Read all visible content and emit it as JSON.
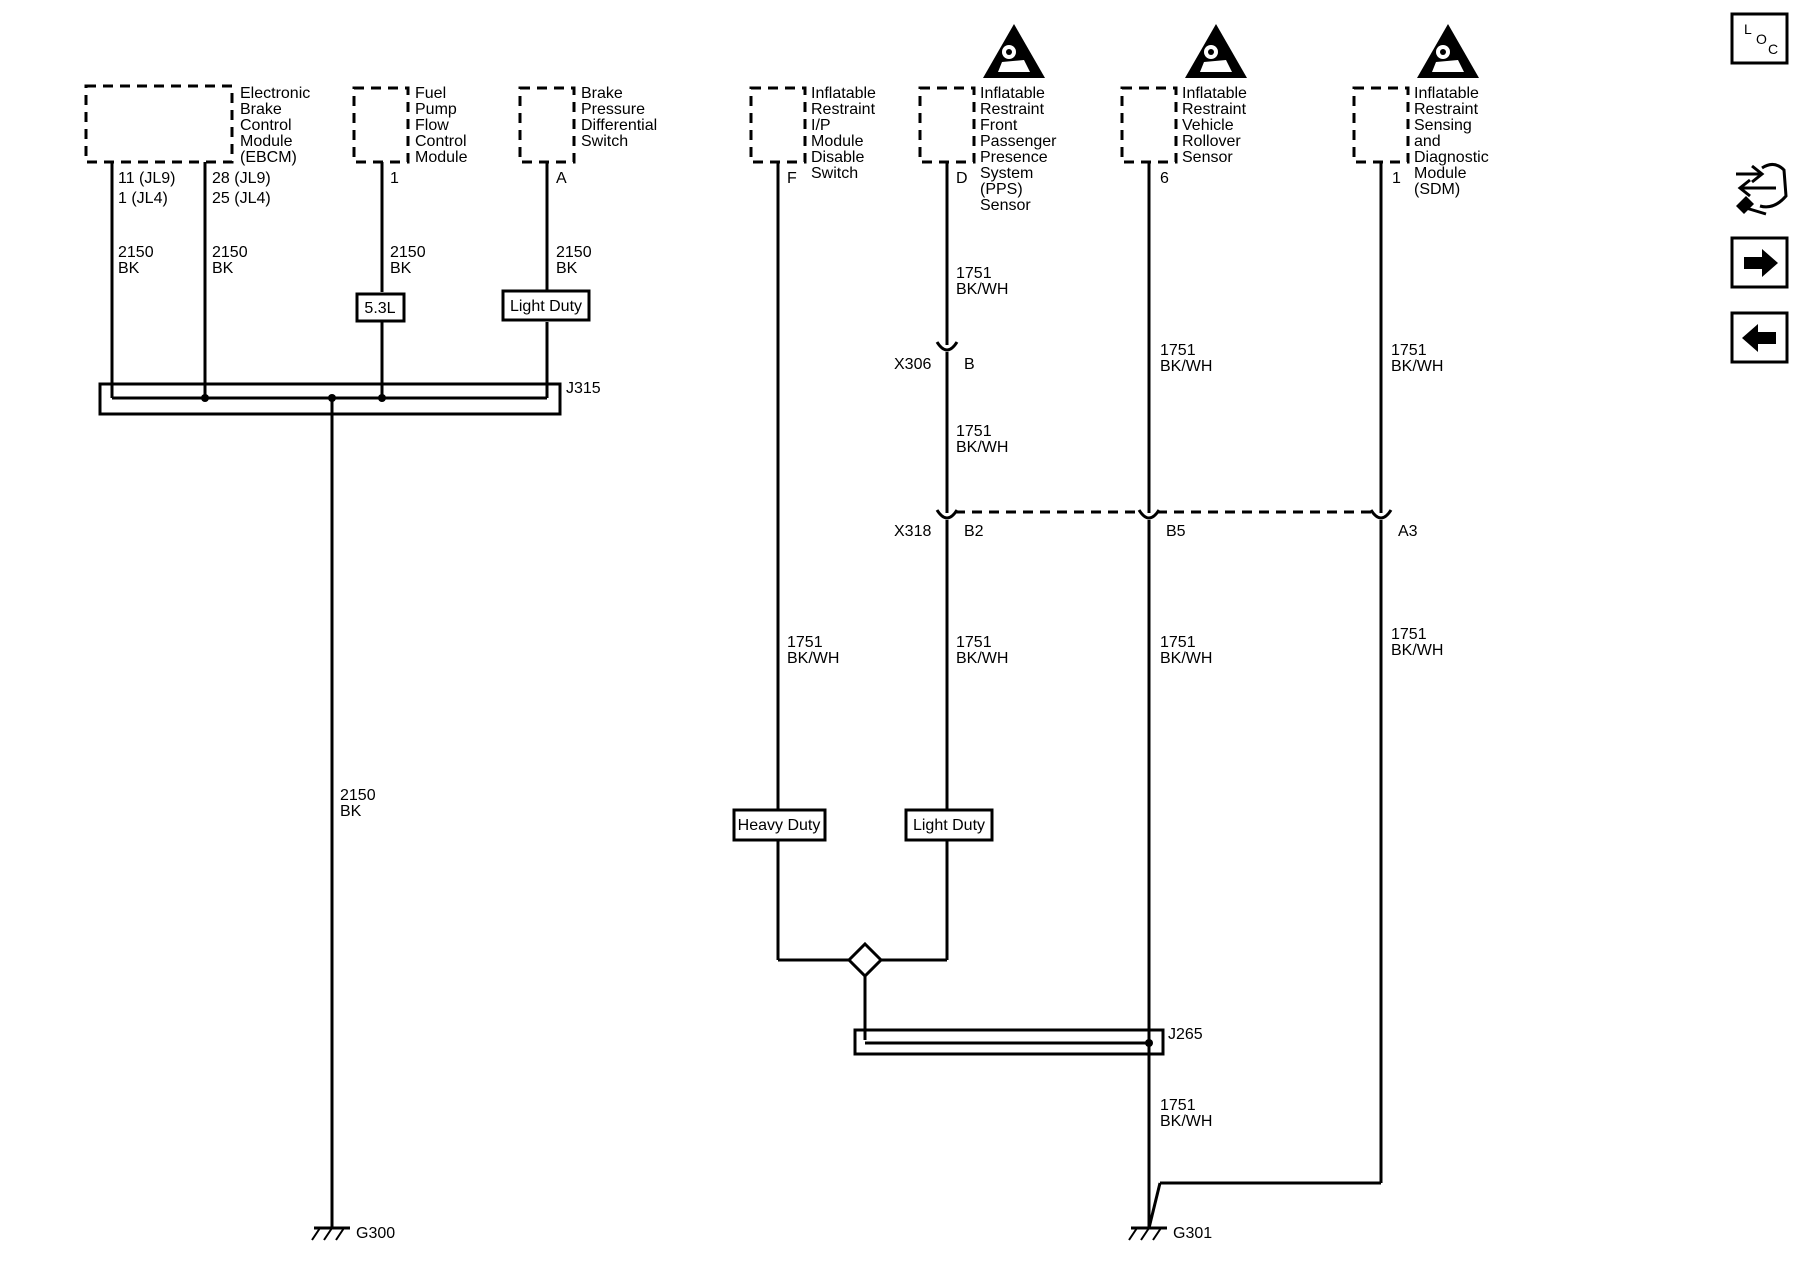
{
  "components": {
    "ebcm": [
      "Electronic",
      "Brake",
      "Control",
      "Module",
      "(EBCM)"
    ],
    "fpfcm": [
      "Fuel",
      "Pump",
      "Flow",
      "Control",
      "Module"
    ],
    "bpds": [
      "Brake",
      "Pressure",
      "Differential",
      "Switch"
    ],
    "irdisable": [
      "Inflatable",
      "Restraint",
      "I/P",
      "Module",
      "Disable",
      "Switch"
    ],
    "pps": [
      "Inflatable",
      "Restraint",
      "Front",
      "Passenger",
      "Presence",
      "System",
      "(PPS)",
      "Sensor"
    ],
    "rollover": [
      "Inflatable",
      "Restraint",
      "Vehicle",
      "Rollover",
      "Sensor"
    ],
    "sdm": [
      "Inflatable",
      "Restraint",
      "Sensing",
      "and",
      "Diagnostic",
      "Module",
      "(SDM)"
    ]
  },
  "pins": {
    "ebcm_a": [
      "11 (JL9)",
      "1 (JL4)"
    ],
    "ebcm_b": [
      "28 (JL9)",
      "25 (JL4)"
    ],
    "fpfcm": "1",
    "bpds": "A",
    "irdisable": "F",
    "pps": "D",
    "rollover": "6",
    "sdm": "1"
  },
  "wires": {
    "w2150": [
      "2150",
      "BK"
    ],
    "w1751": [
      "1751",
      "BK/WH"
    ]
  },
  "options": {
    "engine": "5.3L",
    "light_duty": "Light Duty",
    "heavy_duty": "Heavy Duty"
  },
  "connectors": {
    "x306": "X306",
    "x306_pin": "B",
    "x318": "X318",
    "x318_pins": [
      "B2",
      "B5",
      "A3"
    ]
  },
  "splices": {
    "j315": "J315",
    "j265": "J265"
  },
  "grounds": {
    "g300": "G300",
    "g301": "G301"
  },
  "sidebar": {
    "loc_letters": [
      "L",
      "O",
      "C"
    ]
  }
}
